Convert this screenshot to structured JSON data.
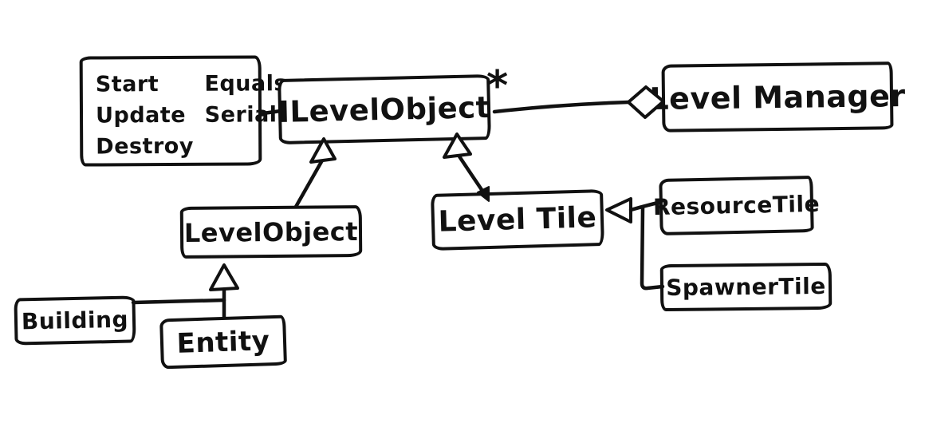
{
  "diagram": {
    "background": "#ffffff",
    "ink_color": "#111111",
    "methods_box": {
      "column1": [
        "Start",
        "Update",
        "Destroy"
      ],
      "column2": [
        "Equals",
        "Serialize"
      ]
    },
    "classes": {
      "ilevelobject": "ILevelObject",
      "levelmanager": "Level Manager",
      "levelobject": "LevelObject",
      "leveltile": "Level Tile",
      "resourcetile": "ResourceTile",
      "spawnertile": "SpawnerTile",
      "building": "Building",
      "entity": "Entity"
    },
    "aggregation": {
      "multiplicity": "*"
    },
    "relationships": [
      {
        "from": "ILevelObject",
        "to": "LevelManager",
        "type": "aggregation",
        "multiplicity": "*"
      },
      {
        "from": "LevelObject",
        "to": "ILevelObject",
        "type": "inheritance"
      },
      {
        "from": "LevelTile",
        "to": "ILevelObject",
        "type": "inheritance"
      },
      {
        "from": "ResourceTile",
        "to": "LevelTile",
        "type": "inheritance"
      },
      {
        "from": "SpawnerTile",
        "to": "LevelTile",
        "type": "inheritance"
      },
      {
        "from": "Building",
        "to": "LevelObject",
        "type": "inheritance"
      },
      {
        "from": "Entity",
        "to": "LevelObject",
        "type": "inheritance"
      },
      {
        "from": "methods_box",
        "to": "ILevelObject",
        "type": "attachment"
      }
    ]
  }
}
